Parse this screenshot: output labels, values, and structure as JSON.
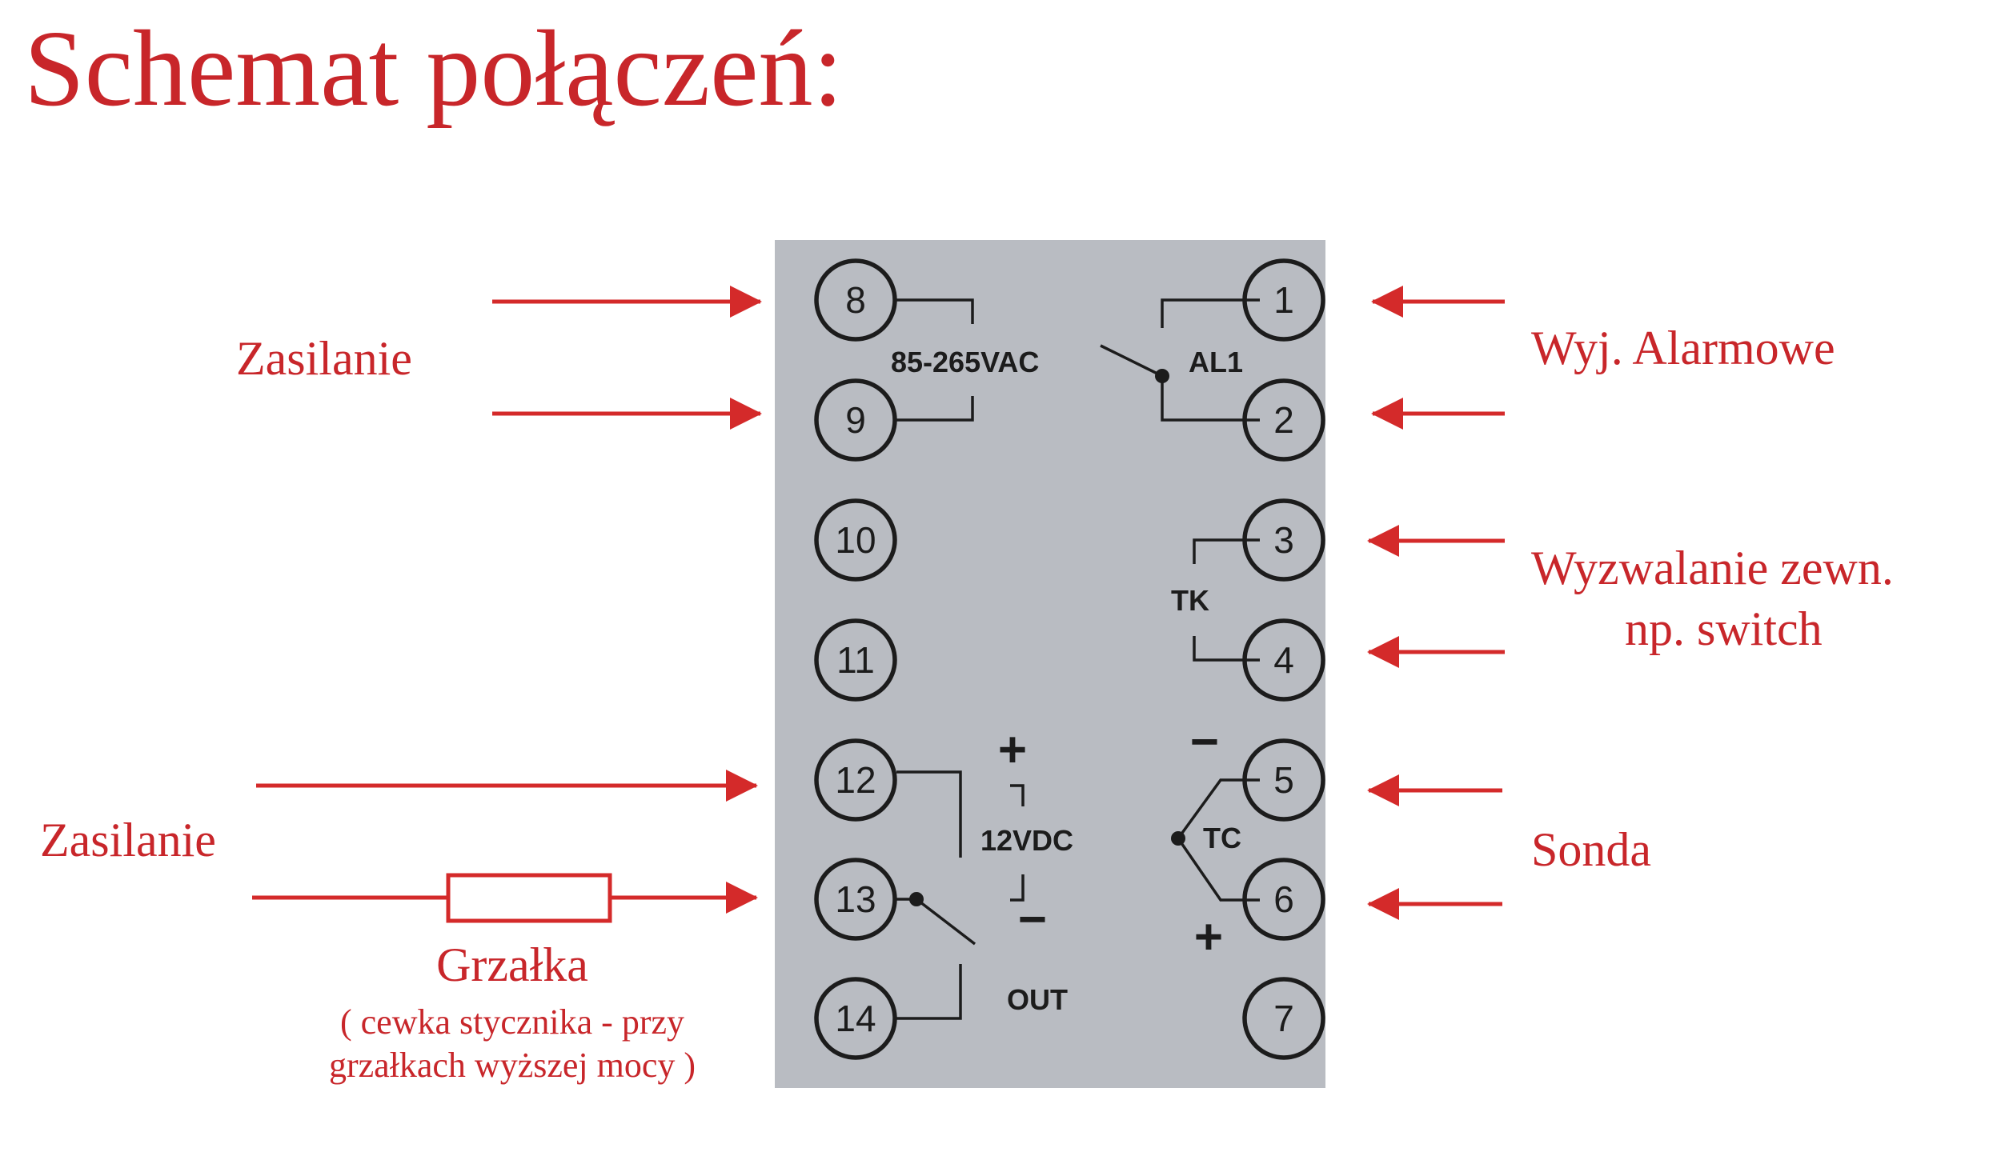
{
  "title": "Schemat połączeń:",
  "colors": {
    "accent": "#d42a2a",
    "panel": "#b9bcc2",
    "ink": "#1c1c1c"
  },
  "panel": {
    "terminals_left": [
      "8",
      "9",
      "10",
      "11",
      "12",
      "13",
      "14"
    ],
    "terminals_right": [
      "1",
      "2",
      "3",
      "4",
      "5",
      "6",
      "7"
    ],
    "labels": {
      "vac": "85-265VAC",
      "al1": "AL1",
      "tk": "TK",
      "vdc": "12VDC",
      "tc": "TC",
      "out": "OUT",
      "plus_top": "+",
      "minus_top": "−",
      "minus_left": "−",
      "plus_bottom": "+"
    }
  },
  "annotations": {
    "zasilanie_top": "Zasilanie",
    "wyj_alarmowe": "Wyj. Alarmowe",
    "wyzwalanie_line1": "Wyzwalanie zewn.",
    "wyzwalanie_line2": "np.  switch",
    "zasilanie_bottom": "Zasilanie",
    "sonda": "Sonda",
    "grzalka": "Grzałka",
    "grzalka_note_line1": "( cewka stycznika - przy",
    "grzalka_note_line2": "grzałkach wyższej mocy )"
  }
}
